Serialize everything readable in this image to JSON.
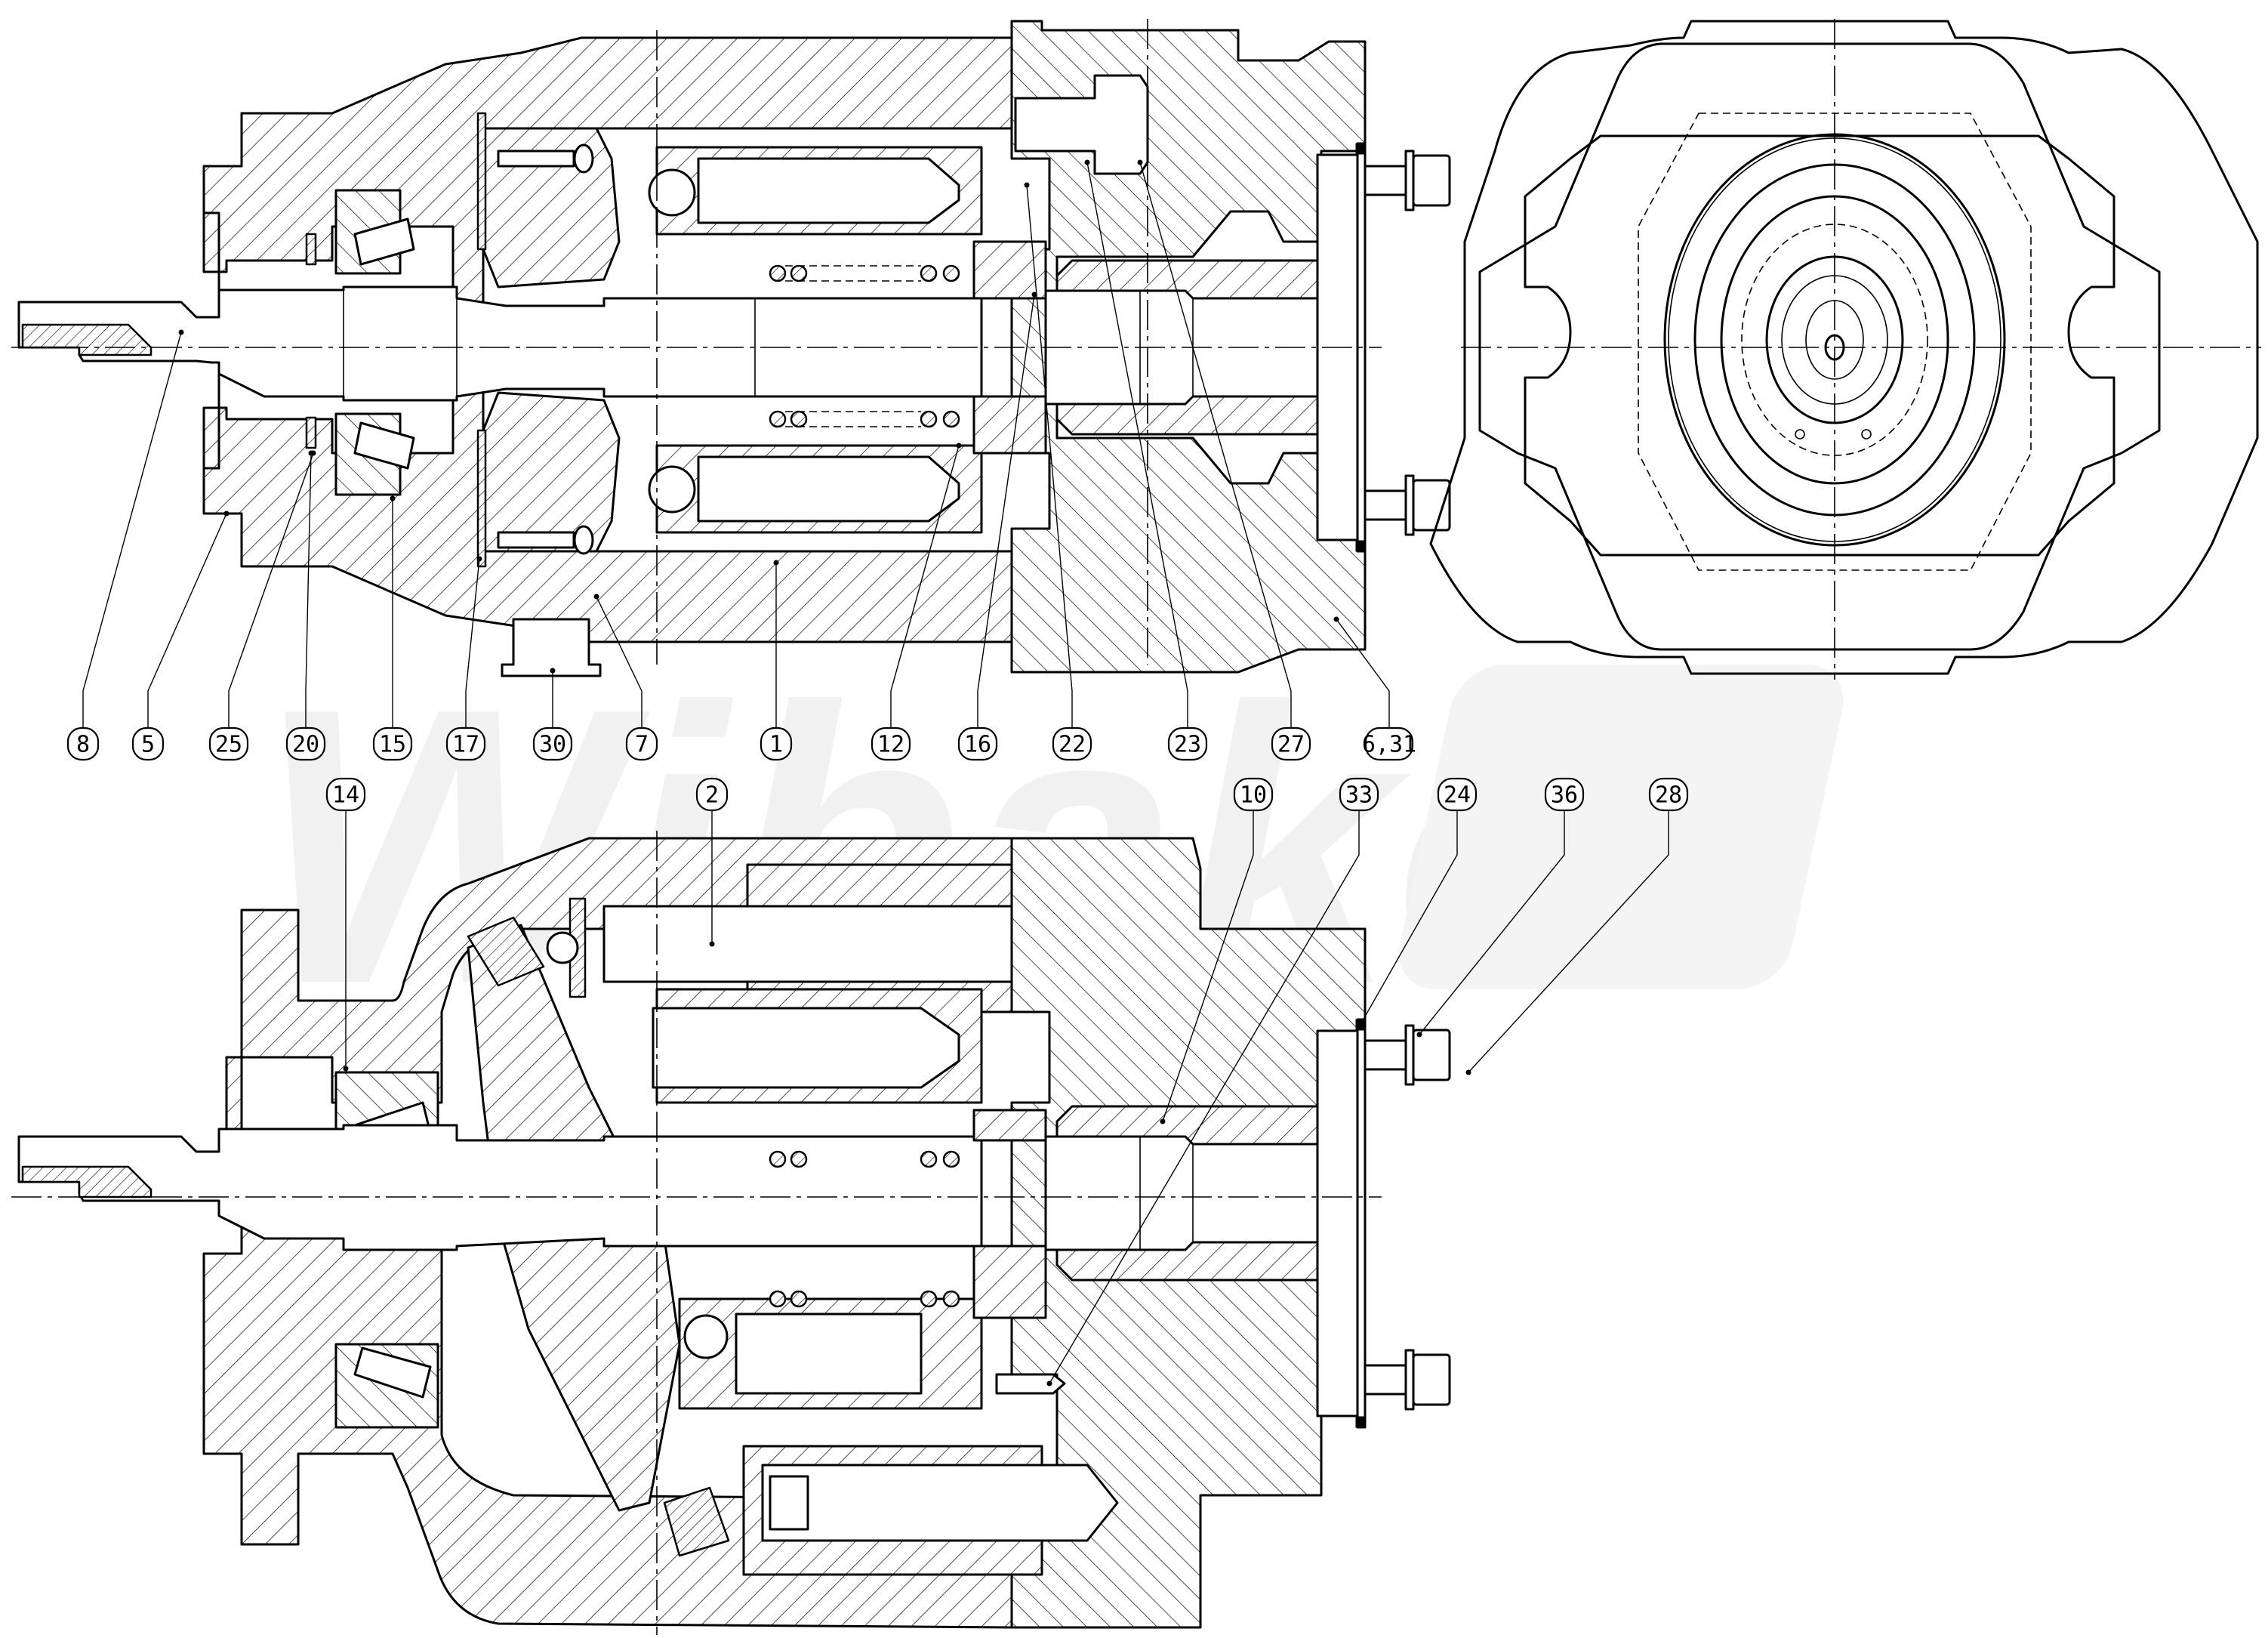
{
  "drawing": {
    "title": "Axial piston pump — sectional assembly drawing",
    "views": [
      "upper-longitudinal-section",
      "end-view",
      "lower-longitudinal-section"
    ],
    "watermark": "Wibako",
    "colors": {
      "line": "#000000",
      "background": "#ffffff",
      "watermark": "#f1f1f1"
    }
  },
  "callouts": {
    "upper_row": [
      {
        "label": "8"
      },
      {
        "label": "5"
      },
      {
        "label": "25"
      },
      {
        "label": "20"
      },
      {
        "label": "15"
      },
      {
        "label": "17"
      },
      {
        "label": "30"
      },
      {
        "label": "7"
      },
      {
        "label": "1"
      },
      {
        "label": "12"
      },
      {
        "label": "16"
      },
      {
        "label": "22"
      },
      {
        "label": "23"
      },
      {
        "label": "27"
      },
      {
        "label": "6,31"
      }
    ],
    "lower_row": [
      {
        "label": "14"
      },
      {
        "label": "2"
      },
      {
        "label": "10"
      },
      {
        "label": "33"
      },
      {
        "label": "24"
      },
      {
        "label": "36"
      },
      {
        "label": "28"
      }
    ]
  }
}
